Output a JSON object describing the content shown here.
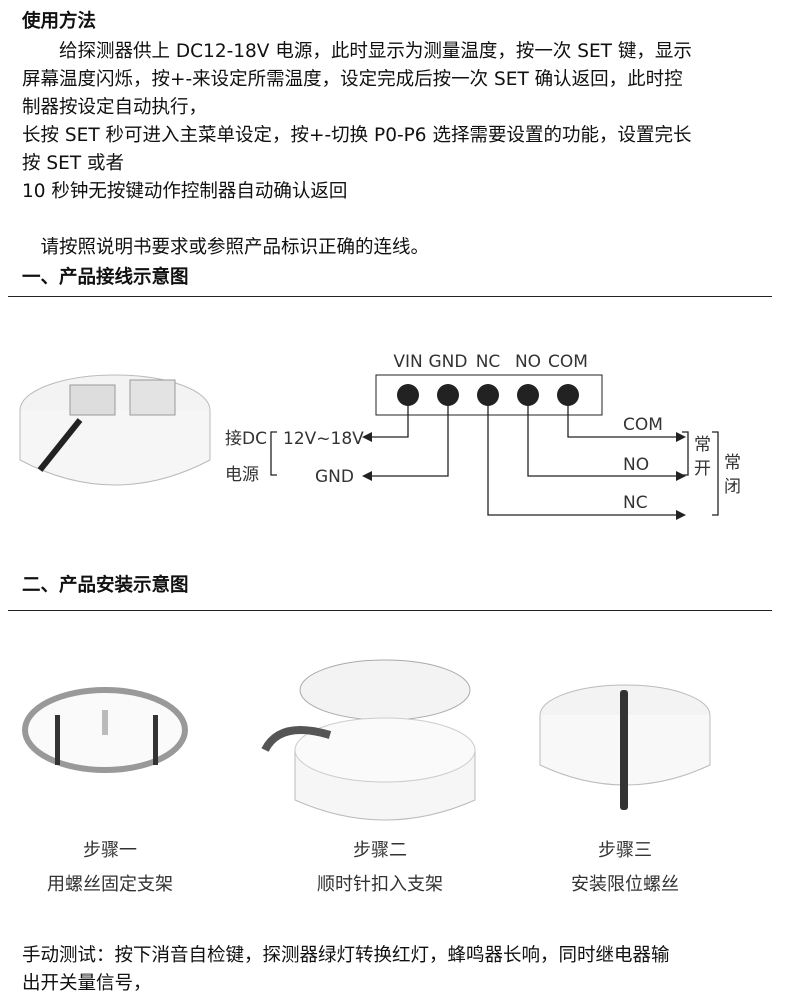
{
  "usage": {
    "title": "使用方法",
    "lines": [
      "　　给探测器供上 DC12-18V 电源，此时显示为测量温度，按一次 SET 键，显示",
      "屏幕温度闪烁，按+-来设定所需温度，设定完成后按一次 SET 确认返回，此时控",
      "制器按设定自动执行，",
      "长按 SET 秒可进入主菜单设定，按+-切换 P0-P6 选择需要设置的功能，设置完长",
      "按 SET 或者",
      "10 秒钟无按键动作控制器自动确认返回"
    ],
    "wiring_note": "　请按照说明书要求或参照产品标识正确的连线。"
  },
  "section1": {
    "heading": "一、产品接线示意图",
    "terminals": [
      "VIN",
      "GND",
      "NC",
      "NO",
      "COM"
    ],
    "power_label_1": "接DC",
    "power_label_2": "电源",
    "voltage": "12V~18V",
    "gnd": "GND",
    "outputs": [
      "COM",
      "NO",
      "NC"
    ],
    "normally_open": [
      "常",
      "开"
    ],
    "normally_closed": [
      "常",
      "闭"
    ]
  },
  "section2": {
    "heading": "二、产品安装示意图",
    "steps": [
      {
        "title": "步骤一",
        "desc": "用螺丝固定支架"
      },
      {
        "title": "步骤二",
        "desc": "顺时针扣入支架"
      },
      {
        "title": "步骤三",
        "desc": "安装限位螺丝"
      }
    ]
  },
  "manual_test": {
    "lines": [
      "手动测试：按下消音自检键，探测器绿灯转换红灯，蜂鸣器长响，同时继电器输",
      "出开关量信号，"
    ]
  }
}
